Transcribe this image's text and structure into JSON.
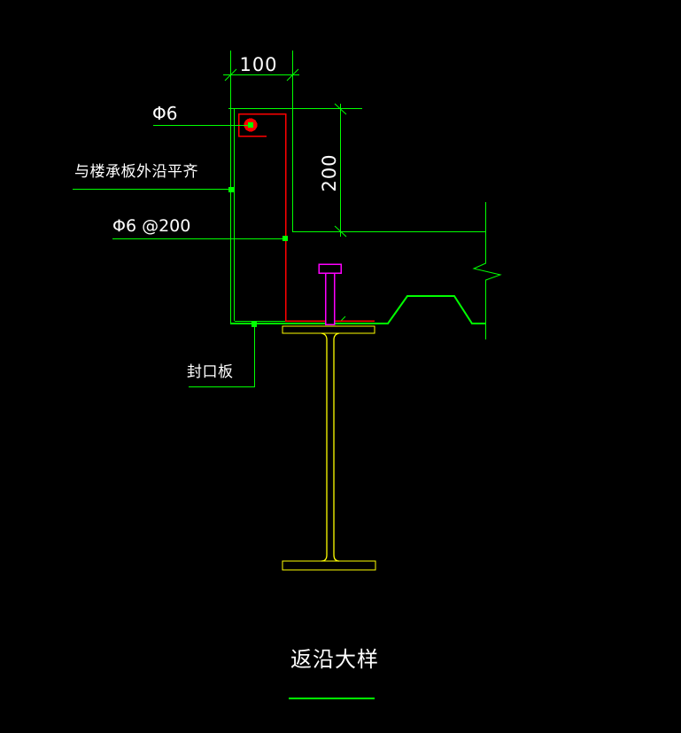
{
  "drawing": {
    "title": "返沿大样",
    "labels": {
      "top_bar": "Φ6",
      "flush_note": "与楼承板外沿平齐",
      "bar_spacing": "Φ6 @200",
      "closure_plate": "封口板"
    },
    "dimensions": {
      "edge_width": "100",
      "edge_height": "200"
    },
    "colors": {
      "background": "#000000",
      "annotation_green": "#00ff00",
      "rebar_red": "#ff0000",
      "beam_yellow": "#ffff00",
      "stud_magenta": "#ff00ff",
      "text_white": "#ffffff"
    }
  }
}
